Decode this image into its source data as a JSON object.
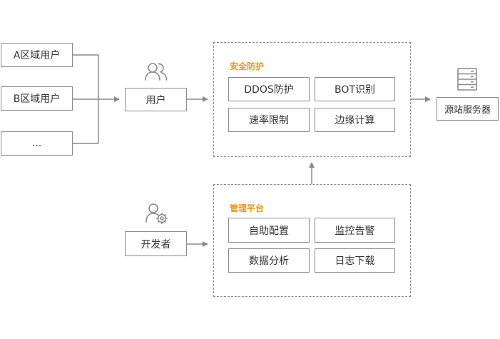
{
  "colors": {
    "accent": "#e8951f",
    "line": "#8a8a8a",
    "text": "#333333"
  },
  "users": {
    "region_a": "A区域用户",
    "region_b": "B区域用户",
    "more": "..."
  },
  "user_node": {
    "icon": "users-icon",
    "label": "用户"
  },
  "developer_node": {
    "icon": "developer-settings-icon",
    "label": "开发者"
  },
  "security_group": {
    "title": "安全防护",
    "items": [
      "DDOS防护",
      "BOT识别",
      "速率限制",
      "边缘计算"
    ]
  },
  "management_group": {
    "title": "管理平台",
    "items": [
      "自助配置",
      "监控告警",
      "数据分析",
      "日志下载"
    ]
  },
  "origin_server": {
    "icon": "server-icon",
    "label": "源站服务器"
  }
}
